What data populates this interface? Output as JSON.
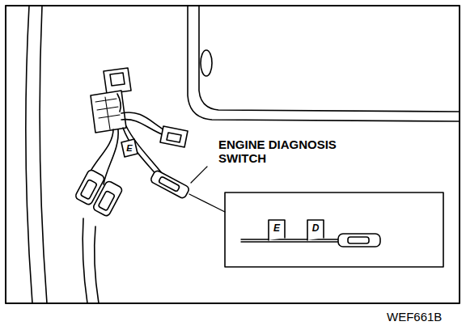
{
  "diagram": {
    "labels": [
      "ENGINE DIAGNOSIS SWITCH",
      "E",
      "E",
      "D",
      "WEF661B"
    ]
  }
}
